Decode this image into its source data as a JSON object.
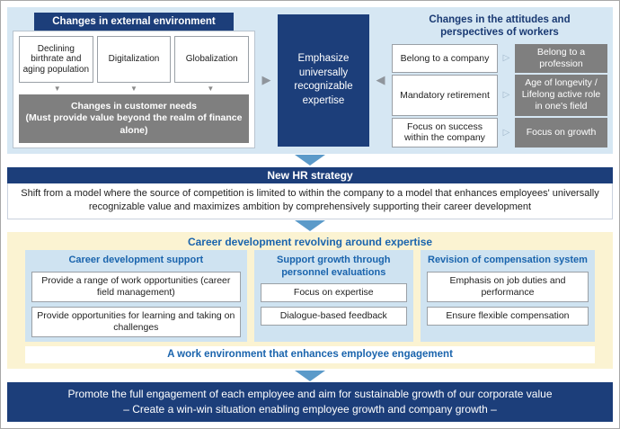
{
  "colors": {
    "navy": "#1c3e7a",
    "top_background": "#d6e7f3",
    "panel_blue": "#cfe3f1",
    "gray_box": "#7f7f7f",
    "career_background": "#fbf3d2",
    "blue_text": "#1a64ad",
    "arrow_blue": "#5b9ac9"
  },
  "top": {
    "external": {
      "title": "Changes in external environment",
      "factors": [
        "Declining birthrate and aging population",
        "Digitalization",
        "Globalization"
      ],
      "customer_needs": "Changes in customer needs\n(Must provide value beyond the realm of finance alone)"
    },
    "center": "Emphasize universally recognizable expertise",
    "workers": {
      "title": "Changes in the attitudes and perspectives of workers",
      "rows": [
        {
          "from": "Belong to a company",
          "to": "Belong to a profession"
        },
        {
          "from": "Mandatory retirement",
          "to": "Age of longevity / Lifelong active role in one's field"
        },
        {
          "from": "Focus on success within the company",
          "to": "Focus on growth"
        }
      ]
    }
  },
  "strategy": {
    "title": "New HR strategy",
    "body": "Shift from a model where the source of competition is limited to within the company to a model that enhances employees' universally recognizable value and maximizes ambition by comprehensively supporting their career development"
  },
  "career": {
    "title": "Career development revolving around expertise",
    "columns": [
      {
        "header": "Career development support",
        "items": [
          "Provide a range of work opportunities (career field management)",
          "Provide opportunities for learning and taking on challenges"
        ]
      },
      {
        "header": "Support growth through personnel evaluations",
        "items": [
          "Focus on expertise",
          "Dialogue-based feedback"
        ]
      },
      {
        "header": "Revision of compensation system",
        "items": [
          "Emphasis on job duties and performance",
          "Ensure flexible compensation"
        ]
      }
    ],
    "footer": "A work environment that enhances employee engagement"
  },
  "goal": {
    "line1": "Promote the full engagement of each employee and aim for sustainable growth of our corporate value",
    "line2": "– Create a win-win situation enabling employee growth and company growth –"
  }
}
